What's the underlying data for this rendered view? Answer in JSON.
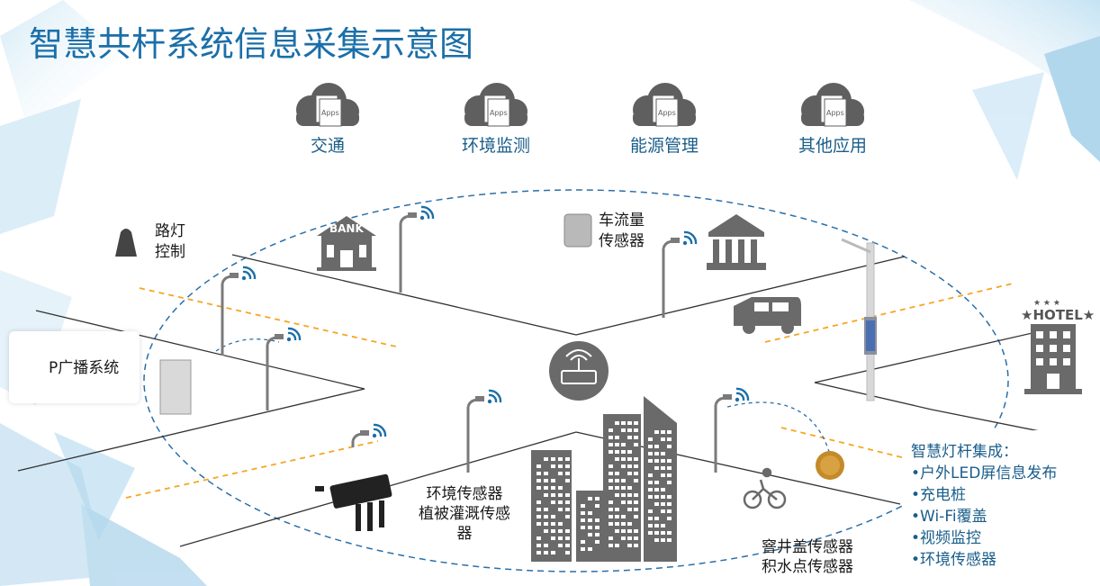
{
  "title": "智慧共杆系统信息采集示意图",
  "apps": [
    {
      "badge": "Apps",
      "label": "交通"
    },
    {
      "badge": "Apps",
      "label": "环境监测"
    },
    {
      "badge": "Apps",
      "label": "能源管理"
    },
    {
      "badge": "Apps",
      "label": "其他应用"
    }
  ],
  "labels": {
    "streetlight": [
      "路灯",
      "控制"
    ],
    "traffic": [
      "车流量",
      "传感器"
    ],
    "broadcast": "P广播系统",
    "env": [
      "环境传感器",
      "植被灌溉传感",
      "器"
    ],
    "manhole": [
      "窨井盖传感器",
      "积水点传感器"
    ]
  },
  "signs": {
    "bank": "BANK",
    "hotel": "HOTEL"
  },
  "integration": {
    "heading": "智慧灯杆集成：",
    "items": [
      "•户外LED屏信息发布",
      "•充电桩",
      "•Wi-Fi覆盖",
      "•视频监控",
      "•环境传感器"
    ]
  },
  "colors": {
    "accent": "#1b6fa8",
    "dash": "#2a6fa8",
    "orange": "#f5a623",
    "icon": "#5f5f5f"
  }
}
